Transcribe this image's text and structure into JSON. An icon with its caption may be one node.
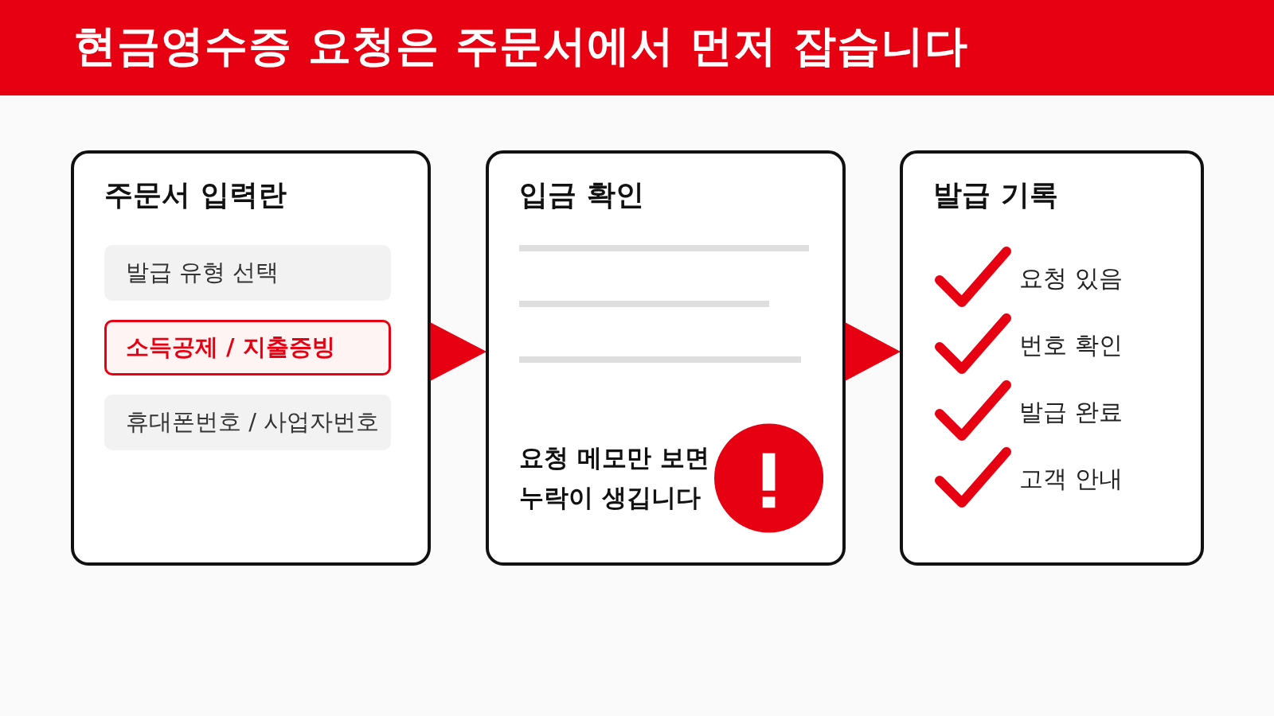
{
  "diagram": {
    "title": "현금영수증 요청은 주문서에서 먼저 잡습니다",
    "nodes": [
      {
        "text": [
          "주문서 입력란"
        ]
      },
      {
        "text": [
          "발급 유형 선택"
        ],
        "in": 0
      },
      {
        "text": [
          "소득공제 / 지출증빙"
        ],
        "in": 0
      },
      {
        "text": [
          "휴대폰번호 / 사업자번호"
        ],
        "in": 0
      },
      {
        "text": [
          "입금 확인",
          "요청 메모만 보면 누락이 생깁니다"
        ]
      },
      {
        "text": [
          "발급 기록",
          "요청 있음",
          "번호 확인",
          "발급 완료",
          "고객 안내"
        ]
      }
    ],
    "edges": [
      {
        "from": 0,
        "to": 4,
        "arrow": "to"
      },
      {
        "from": 4,
        "to": 5,
        "arrow": "to"
      }
    ]
  }
}
